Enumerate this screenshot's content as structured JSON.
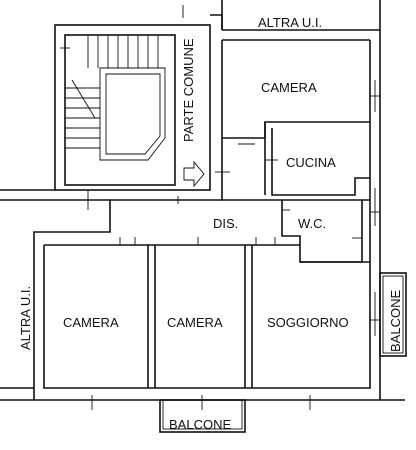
{
  "plan": {
    "labels": {
      "altra_ui_top": "ALTRA U.I.",
      "altra_ui_left": "ALTRA U.I.",
      "parte_comune": "PARTE COMUNE",
      "camera_top": "CAMERA",
      "cucina": "CUCINA",
      "dis": "DIS.",
      "wc": "W.C.",
      "camera_left": "CAMERA",
      "camera_middle": "CAMERA",
      "soggiorno": "SOGGIORNO",
      "balcone_right": "BALCONE",
      "balcone_bottom": "BALCONE"
    }
  }
}
